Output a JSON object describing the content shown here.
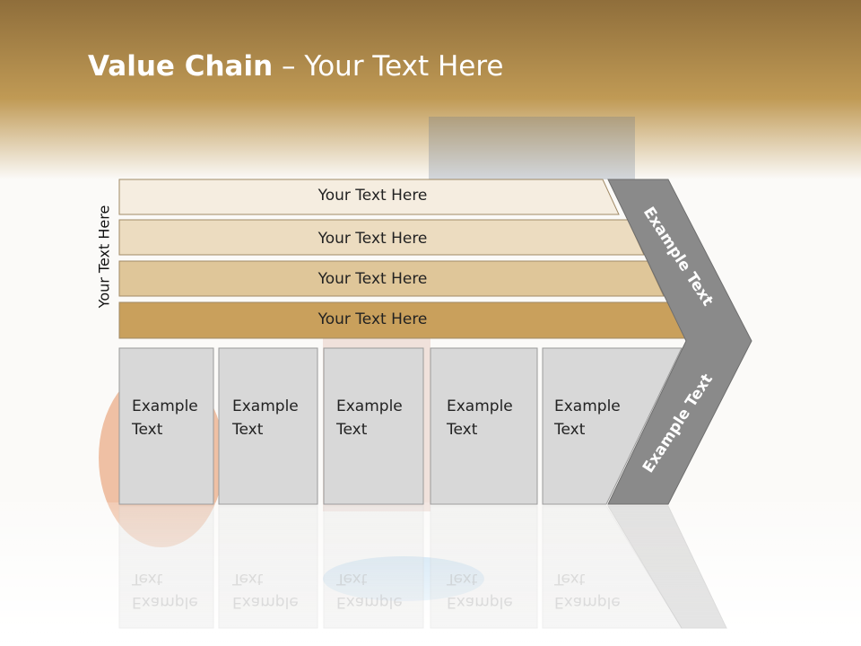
{
  "slide": {
    "title_bold": "Value Chain",
    "title_rest": " – Your Text Here",
    "side_label": "Your Text Here"
  },
  "rows": [
    {
      "label": "Your Text Here",
      "color": "#f5ede0"
    },
    {
      "label": "Your Text Here",
      "color": "#ecdcc0"
    },
    {
      "label": "Your Text Here",
      "color": "#dfc699"
    },
    {
      "label": "Your Text Here",
      "color": "#c9a05c"
    }
  ],
  "cells": [
    {
      "label": "Example\nText"
    },
    {
      "label": "Example\nText"
    },
    {
      "label": "Example\nText"
    },
    {
      "label": "Example\nText"
    },
    {
      "label": "Example\nText"
    }
  ],
  "chevron": {
    "upper_label": "Example Text",
    "lower_label": "Example Text",
    "color": "#8a8a8a"
  },
  "colors": {
    "header_band": "#b08a4a",
    "cell_fill": "#d8d8d8"
  }
}
